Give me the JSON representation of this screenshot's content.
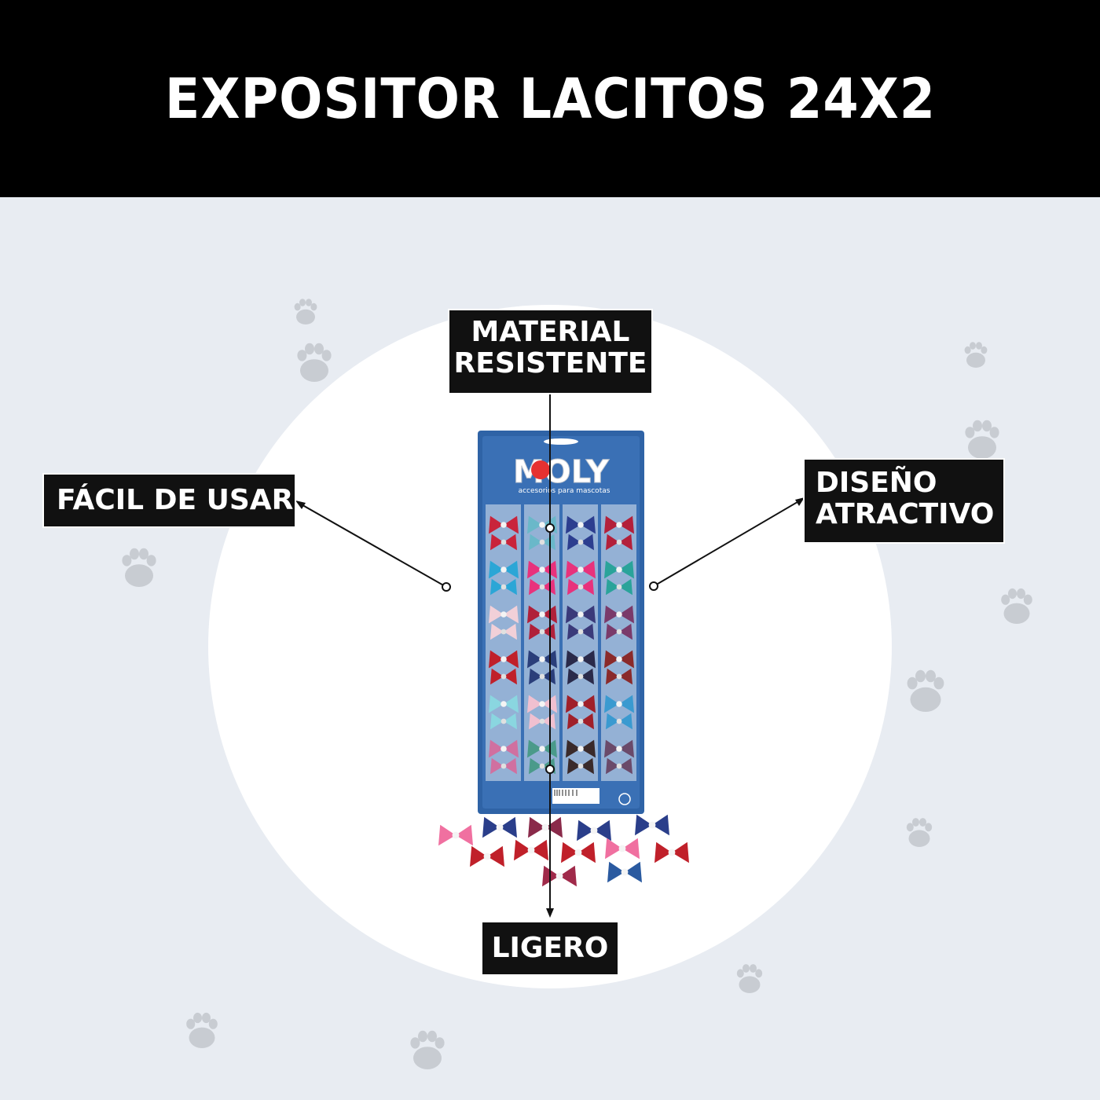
{
  "title": "EXPOSITOR LACITOS 24X2",
  "product": {
    "brand_logo_text": "MOLY",
    "brand_tagline": "accesorios para mascotas"
  },
  "callouts": {
    "material": "MATERIAL RESISTENTE",
    "material_line1": "MATERIAL",
    "material_line2": "RESISTENTE",
    "facil": "FÁCIL DE USAR",
    "diseno_line1": "DISEÑO",
    "diseno_line2": "ATRACTIVO",
    "ligero": "LIGERO"
  },
  "colors": {
    "header_bg": "#000000",
    "page_bg": "#e8ecf2",
    "label_bg": "#111111",
    "card_blue": "#2f63a6",
    "paw": "#c8ccd2"
  },
  "icons": [
    "paw-print-icon",
    "recycle-icon"
  ]
}
